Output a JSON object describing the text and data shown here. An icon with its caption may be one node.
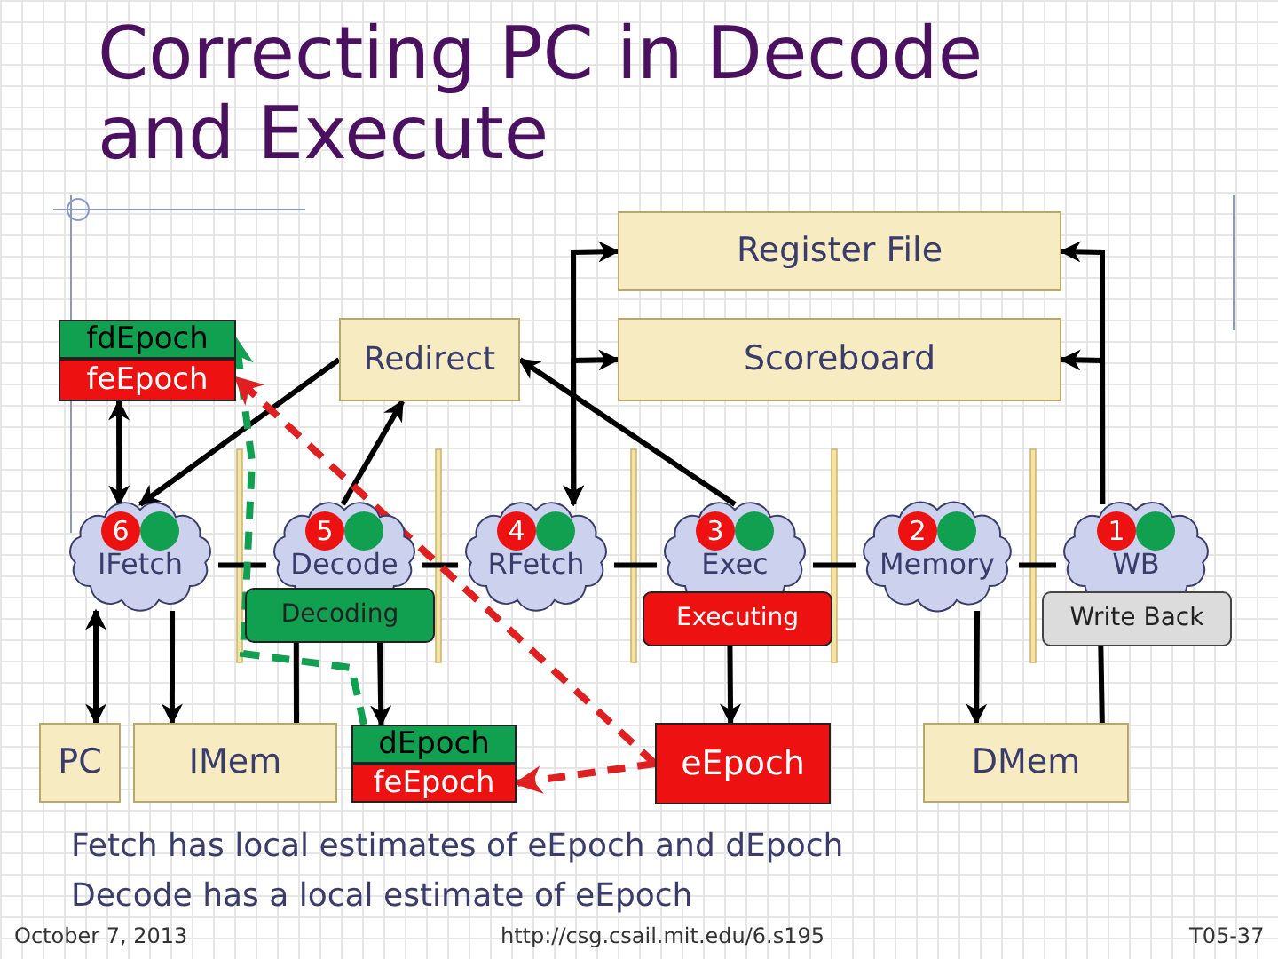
{
  "diagram": {
    "title": "Correcting PC in Decode and Execute",
    "nodes": [
      {
        "text": [
          "Register File"
        ]
      },
      {
        "text": [
          "fdEpoch"
        ]
      },
      {
        "text": [
          "feEpoch"
        ]
      },
      {
        "text": [
          "Redirect"
        ]
      },
      {
        "text": [
          "Scoreboard"
        ]
      },
      {
        "text": [
          "6",
          "IFetch"
        ]
      },
      {
        "text": [
          "5",
          "Decode"
        ]
      },
      {
        "text": [
          "4",
          "RFetch"
        ]
      },
      {
        "text": [
          "3",
          "Exec"
        ]
      },
      {
        "text": [
          "2",
          "Memory"
        ]
      },
      {
        "text": [
          "1",
          "WB"
        ]
      },
      {
        "text": [
          "Decoding"
        ]
      },
      {
        "text": [
          "Executing"
        ]
      },
      {
        "text": [
          "Write Back"
        ]
      },
      {
        "text": [
          "PC"
        ]
      },
      {
        "text": [
          "IMem"
        ]
      },
      {
        "text": [
          "dEpoch"
        ]
      },
      {
        "text": [
          "feEpoch"
        ]
      },
      {
        "text": [
          "eEpoch"
        ]
      },
      {
        "text": [
          "DMem"
        ]
      }
    ],
    "edges": [
      {
        "from": 2,
        "to": 5,
        "arrow": "both"
      },
      {
        "from": 3,
        "to": 5,
        "arrow": "to"
      },
      {
        "from": 6,
        "to": 3,
        "arrow": "to"
      },
      {
        "from": 8,
        "to": 3,
        "arrow": "to"
      },
      {
        "from": 7,
        "to": 0,
        "arrow": "both"
      },
      {
        "from": 7,
        "to": 4,
        "arrow": "both"
      },
      {
        "from": 10,
        "to": 0,
        "arrow": "to"
      },
      {
        "from": 10,
        "to": 4,
        "arrow": "to"
      },
      {
        "from": 5,
        "to": 6,
        "arrow": "none"
      },
      {
        "from": 6,
        "to": 7,
        "arrow": "none"
      },
      {
        "from": 7,
        "to": 8,
        "arrow": "none"
      },
      {
        "from": 8,
        "to": 9,
        "arrow": "none"
      },
      {
        "from": 9,
        "to": 10,
        "arrow": "none"
      },
      {
        "from": 5,
        "to": 14,
        "arrow": "both"
      },
      {
        "from": 5,
        "to": 15,
        "arrow": "to"
      },
      {
        "from": 11,
        "to": 15,
        "arrow": "none"
      },
      {
        "from": 11,
        "to": 16,
        "arrow": "to"
      },
      {
        "from": 12,
        "to": 18,
        "arrow": "to"
      },
      {
        "from": 9,
        "to": 19,
        "arrow": "to"
      },
      {
        "from": 13,
        "to": 19,
        "arrow": "none"
      },
      {
        "from": 16,
        "to": 1,
        "arrow": "to",
        "style": "dashed",
        "color": "#10a050"
      },
      {
        "from": 18,
        "to": 2,
        "arrow": "to",
        "style": "dashed",
        "color": "#e02020"
      },
      {
        "from": 18,
        "to": 17,
        "arrow": "to",
        "style": "dashed",
        "color": "#e02020"
      }
    ],
    "labels": [
      "Fetch has local estimates of eEpoch and dEpoch",
      "Decode has a local estimate of eEpoch",
      "October 7, 2013",
      "http://csg.csail.mit.edu/6.s195",
      "T05-37"
    ]
  }
}
